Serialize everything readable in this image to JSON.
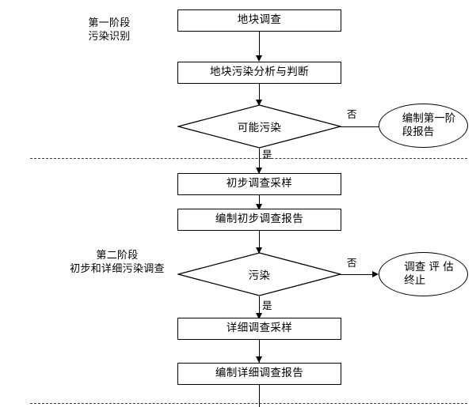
{
  "diagram": {
    "title_present": false,
    "background": "#ffffff",
    "line_color": "#000000",
    "divider_color": "#3a3a3a"
  },
  "phases": [
    {
      "id": "phase-one",
      "label": "第一阶段\n污染识别"
    },
    {
      "id": "phase-two",
      "label": "第二阶段\n初步和详细污染调查"
    }
  ],
  "nodes": [
    {
      "id": "site-survey",
      "type": "process",
      "label": "地块调查"
    },
    {
      "id": "pollution-analysis",
      "type": "process",
      "label": "地块污染分析与判断"
    },
    {
      "id": "possible-pollution",
      "type": "decision",
      "label": "可能污染"
    },
    {
      "id": "phase-one-report",
      "type": "terminator",
      "label": "编制第一阶\n段报告"
    },
    {
      "id": "preliminary-sampling",
      "type": "process",
      "label": "初步调查采样"
    },
    {
      "id": "preliminary-report",
      "type": "process",
      "label": "编制初步调查报告"
    },
    {
      "id": "pollution",
      "type": "decision",
      "label": "污染"
    },
    {
      "id": "survey-terminated",
      "type": "terminator",
      "label": "调查 评 估\n终止"
    },
    {
      "id": "detailed-sampling",
      "type": "process",
      "label": "详细调查采样"
    },
    {
      "id": "detailed-report",
      "type": "process",
      "label": "编制详细调查报告"
    }
  ],
  "edge_labels": {
    "possible_pollution_no": "否",
    "possible_pollution_yes": "是",
    "pollution_no": "否",
    "pollution_yes": "是"
  }
}
